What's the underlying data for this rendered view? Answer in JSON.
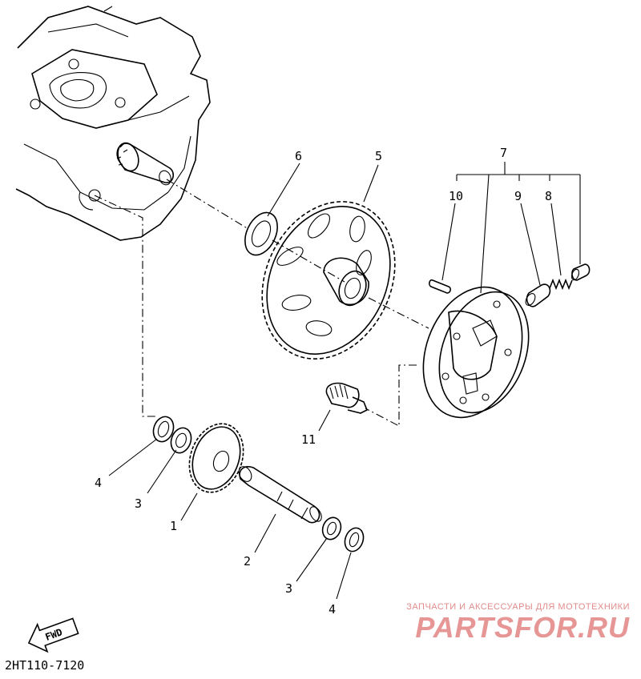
{
  "labels": {
    "p1": "1",
    "p2": "2",
    "p3a": "3",
    "p3b": "3",
    "p4a": "4",
    "p4b": "4",
    "p5": "5",
    "p6": "6",
    "p7": "7",
    "p8": "8",
    "p9": "9",
    "p10": "10",
    "p11": "11"
  },
  "fwd": "FWD",
  "diagram_code": "2HT110-7120",
  "watermark": {
    "tagline": "ЗАПЧАСТИ И АКСЕССУАРЫ ДЛЯ МОТОТЕХНИКИ",
    "brand": "PARTSFOR.RU"
  }
}
